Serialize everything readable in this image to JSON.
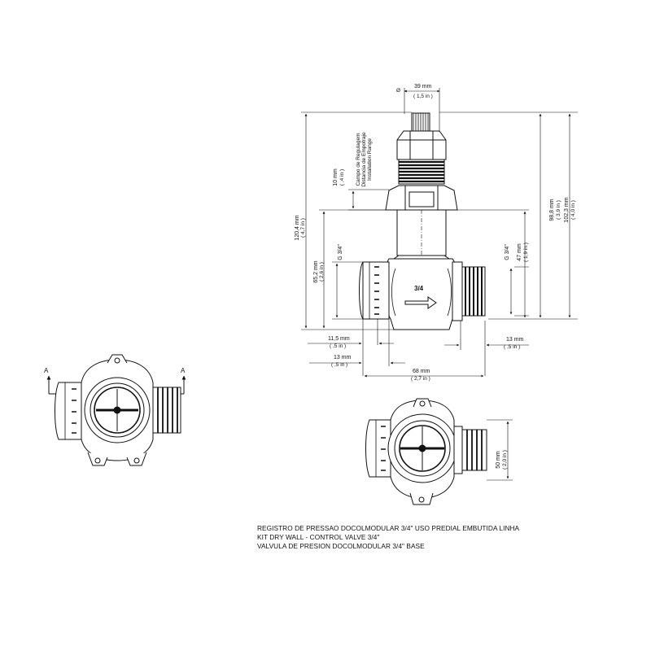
{
  "dims": {
    "top_width": "39 mm",
    "top_width_in": "( 1,5 in )",
    "diameter_sym": "Ø",
    "reg_field": "10 mm",
    "reg_field_in": "( ,4 in )",
    "reg_label_pt": "Campo de Regulagem",
    "reg_label_es": "Distancia de Empotraje",
    "reg_label_en": "Installation Range",
    "total_height": "120,4 mm",
    "total_height_in": "( 4,7 in )",
    "h_65": "65,2 mm",
    "h_65_in": "( 2,6 in )",
    "thread_left": "G 3/4\"",
    "thread_right": "G 3/4\"",
    "h_47": "47 mm",
    "h_47_in": "( 1,9 in )",
    "h_98": "98,8 mm",
    "h_98_in": "( 3,9 in )",
    "h_102": "102,3 mm",
    "h_102_in": "( 4,0 in )",
    "w_11": "11,5 mm",
    "w_11_in": "( ,5 in )",
    "w_13l": "13 mm",
    "w_13l_in": "( ,5 in )",
    "w_13r": "13 mm",
    "w_13r_in": "( ,5 in )",
    "w_68": "68 mm",
    "w_68_in": "( 2,7 in )",
    "h_50": "50 mm",
    "h_50_in": "( 2,0 in )",
    "body_mark": "3/4",
    "section_a_left": "A",
    "section_a_right": "A"
  },
  "caption": {
    "line1": "REGISTRO DE PRESSAO DOCOLMODULAR 3/4\" USO PREDIAL EMBUTIDA LINHA",
    "line2": "KIT DRY WALL - CONTROL VALVE 3/4\"",
    "line3": "VALVULA DE PRESION DOCOLMODULAR 3/4\" BASE"
  }
}
